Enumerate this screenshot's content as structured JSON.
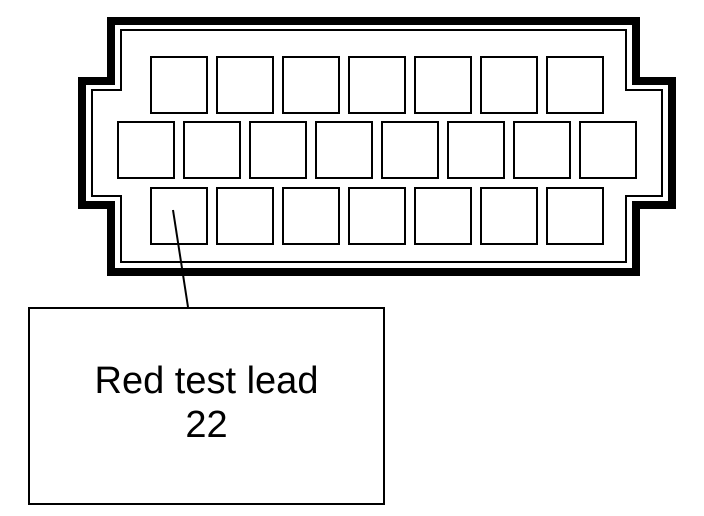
{
  "connector": {
    "rows": [
      7,
      8,
      7
    ],
    "colors": {
      "outline": "#000000",
      "background": "#ffffff"
    }
  },
  "callout": {
    "label": "Red test lead",
    "pin": "22"
  }
}
